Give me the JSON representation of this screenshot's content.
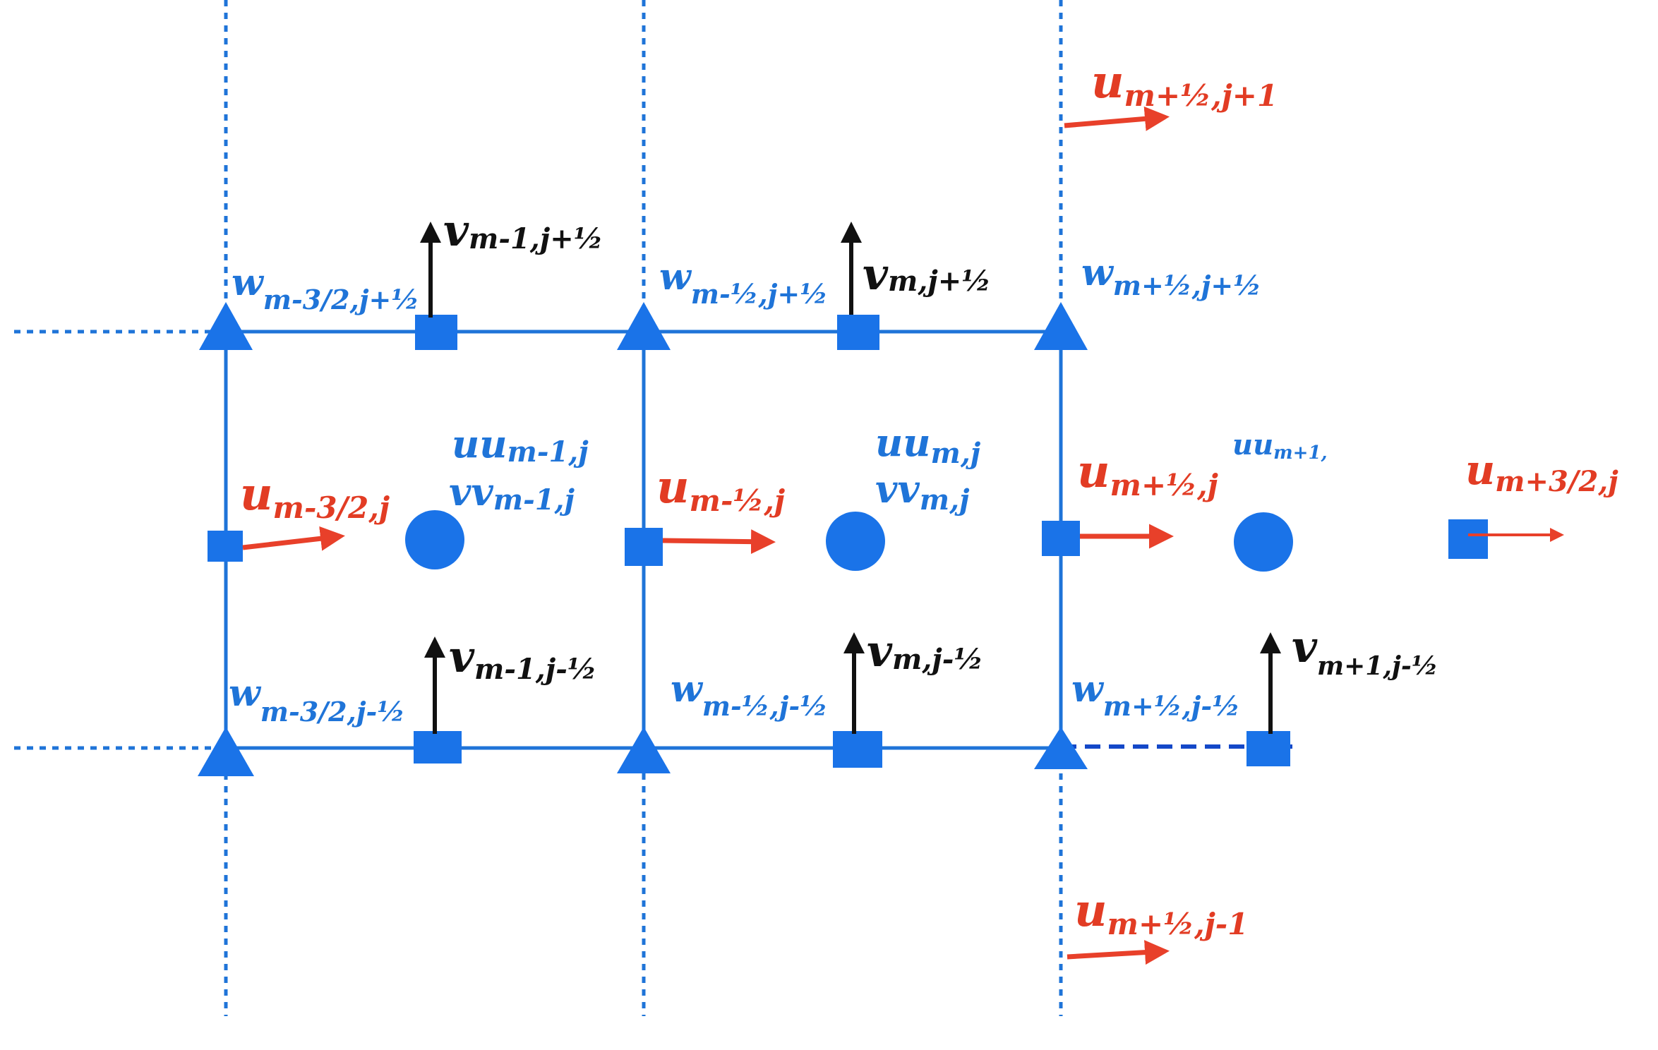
{
  "colors": {
    "grid": "#1f74d8",
    "node": "#1a73e8",
    "u_arrow": "#e8402a",
    "u_text": "#e23c24",
    "v_arrow": "#111111",
    "v_text": "#111111",
    "w_text": "#1f74d8",
    "background": "#ffffff"
  },
  "labels": {
    "u_top": {
      "main": "u",
      "sub": "m+½,j+1"
    },
    "u_bottom": {
      "main": "u",
      "sub": "m+½,j-1"
    },
    "u_m32": {
      "main": "u",
      "sub": "m-3/2,j"
    },
    "u_m12": {
      "main": "u",
      "sub": "m-½,j"
    },
    "u_p12": {
      "main": "u",
      "sub": "m+½,j"
    },
    "u_p32": {
      "main": "u",
      "sub": "m+3/2,j"
    },
    "v_top1": {
      "main": "v",
      "sub": "m-1,j+½"
    },
    "v_top2": {
      "main": "v",
      "sub": "m,j+½"
    },
    "v_bot1": {
      "main": "v",
      "sub": "m-1,j-½"
    },
    "v_bot2": {
      "main": "v",
      "sub": "m,j-½"
    },
    "v_bot3": {
      "main": "v",
      "sub": "m+1,j-½"
    },
    "w_tl": {
      "main": "w",
      "sub": "m-3/2,j+½"
    },
    "w_tm": {
      "main": "w",
      "sub": "m-½,j+½"
    },
    "w_tr": {
      "main": "w",
      "sub": "m+½,j+½"
    },
    "w_bl": {
      "main": "w",
      "sub": "m-3/2,j-½"
    },
    "w_bm": {
      "main": "w",
      "sub": "m-½,j-½"
    },
    "w_br": {
      "main": "w",
      "sub": "m+½,j-½"
    },
    "c1_u": {
      "main": "uu",
      "sub": "m-1,j"
    },
    "c1_v": {
      "main": "vv",
      "sub": "m-1,j"
    },
    "c2_u": {
      "main": "uu",
      "sub": "m,j"
    },
    "c2_v": {
      "main": "vv",
      "sub": "m,j"
    },
    "c3_u": {
      "main": "uu",
      "sub": "m+1,"
    }
  }
}
